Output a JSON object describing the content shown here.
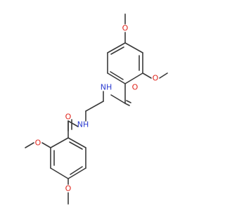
{
  "molecule": {
    "atoms": {
      "o_top_methoxy": "O",
      "o_top_ring2_methoxy": "O",
      "nh_top": "NH",
      "o_top_carbonyl": "O",
      "nh_bottom": "NH",
      "o_bottom_carbonyl": "O",
      "o_bottom_ring2_methoxy": "O",
      "o_bottom_ring4_methoxy": "O"
    }
  },
  "colors": {
    "bond": "#3a3a3a",
    "oxygen": "#e0241b",
    "nitrogen": "#2b3bd1"
  }
}
